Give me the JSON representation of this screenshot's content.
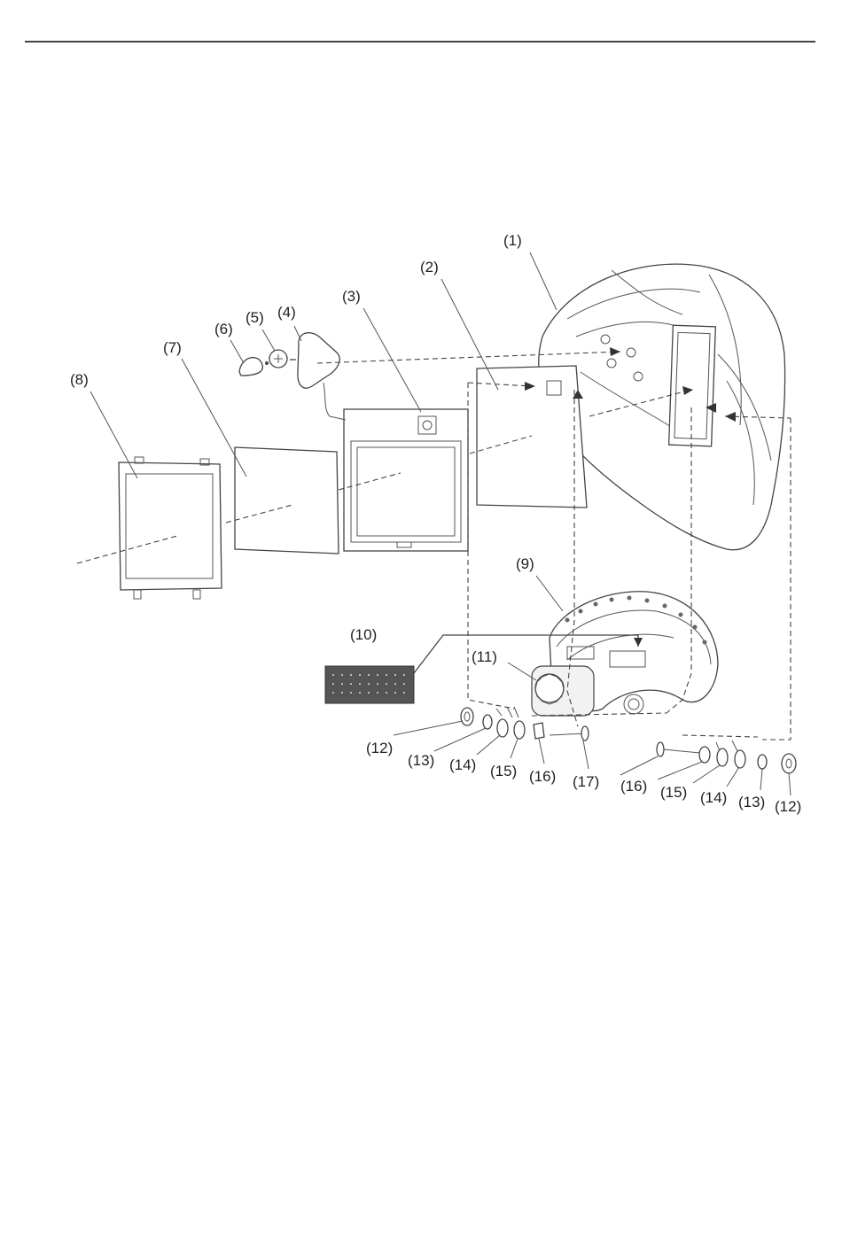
{
  "callouts": [
    {
      "id": "1",
      "text": "(1)"
    },
    {
      "id": "2",
      "text": "(2)"
    },
    {
      "id": "3",
      "text": "(3)"
    },
    {
      "id": "4",
      "text": "(4)"
    },
    {
      "id": "5",
      "text": "(5)"
    },
    {
      "id": "6",
      "text": "(6)"
    },
    {
      "id": "7",
      "text": "(7)"
    },
    {
      "id": "8",
      "text": "(8)"
    },
    {
      "id": "9",
      "text": "(9)"
    },
    {
      "id": "10",
      "text": "(10)"
    },
    {
      "id": "11",
      "text": "(11)"
    },
    {
      "id": "12a",
      "text": "(12)"
    },
    {
      "id": "13a",
      "text": "(13)"
    },
    {
      "id": "14a",
      "text": "(14)"
    },
    {
      "id": "15a",
      "text": "(15)"
    },
    {
      "id": "16a",
      "text": "(16)"
    },
    {
      "id": "17",
      "text": "(17)"
    },
    {
      "id": "16b",
      "text": "(16)"
    },
    {
      "id": "15b",
      "text": "(15)"
    },
    {
      "id": "14b",
      "text": "(14)"
    },
    {
      "id": "13b",
      "text": "(13)"
    },
    {
      "id": "12b",
      "text": "(12)"
    }
  ]
}
